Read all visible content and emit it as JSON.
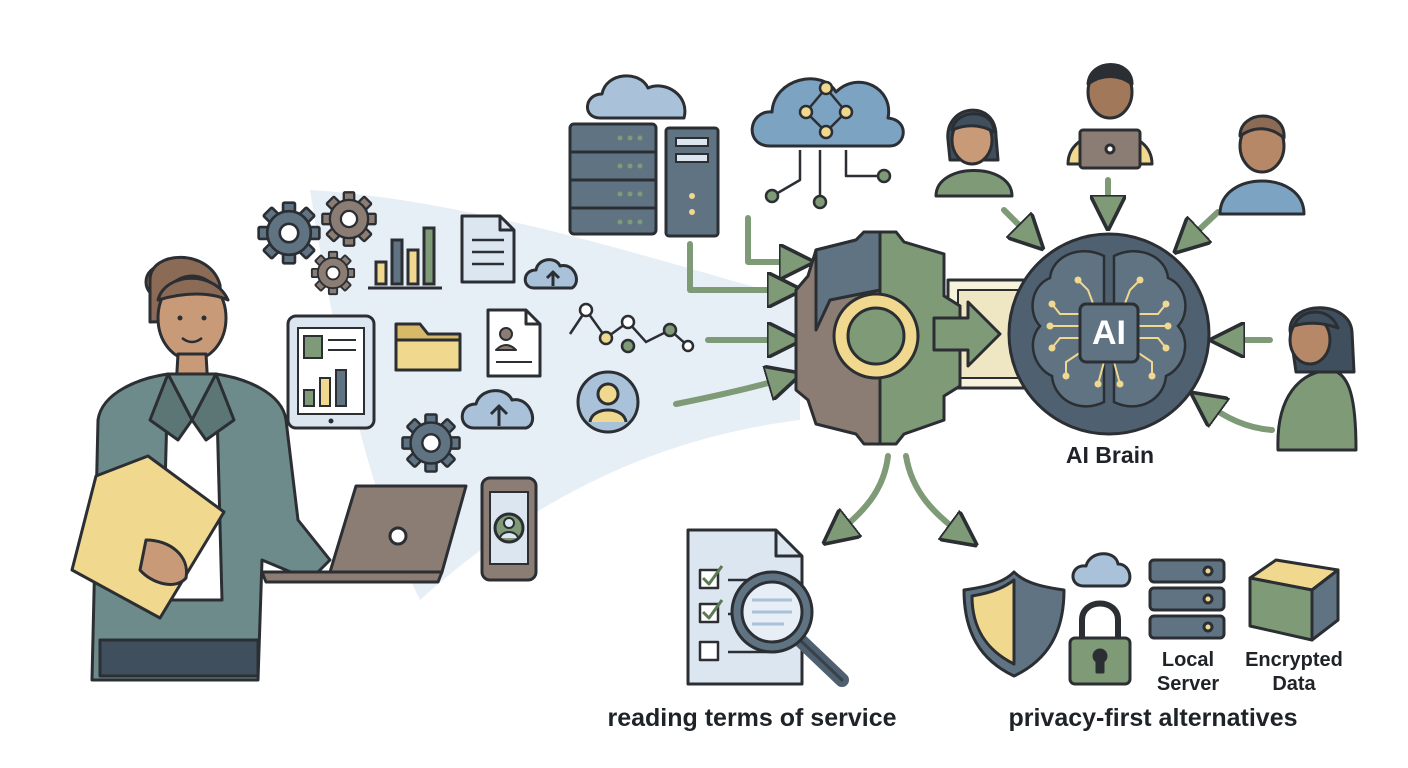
{
  "labels": {
    "ai_chip": "AI",
    "ai_brain": "AI Brain",
    "reading_tos": "reading terms of service",
    "privacy_first": "privacy-first alternatives",
    "local_server": "Local Server",
    "encrypted_data": "Encrypted Data"
  },
  "colors": {
    "outline": "#2b2f33",
    "slate_blue": "#5f7383",
    "sky_blue": "#a9c2d9",
    "sage_green": "#7f9a77",
    "khaki": "#f1d88f",
    "taupe": "#8b7d73",
    "teal_jacket": "#6e8b8b",
    "cream": "#f7f2dc",
    "stream_blue": "#dde8f3"
  },
  "icons": [
    "woman-presenter-icon",
    "folder-icon",
    "laptop-icon",
    "gear-icon",
    "bar-chart-icon",
    "document-icon",
    "tablet-icon",
    "cloud-upload-icon",
    "network-icon",
    "user-avatar-icon",
    "smartphone-icon",
    "cloud-icon",
    "server-rack-icon",
    "cloud-network-icon",
    "processing-gear-icon",
    "ai-brain-icon",
    "person-icon",
    "checklist-document-icon",
    "magnifier-icon",
    "shield-icon",
    "padlock-icon",
    "encrypted-cube-icon"
  ]
}
